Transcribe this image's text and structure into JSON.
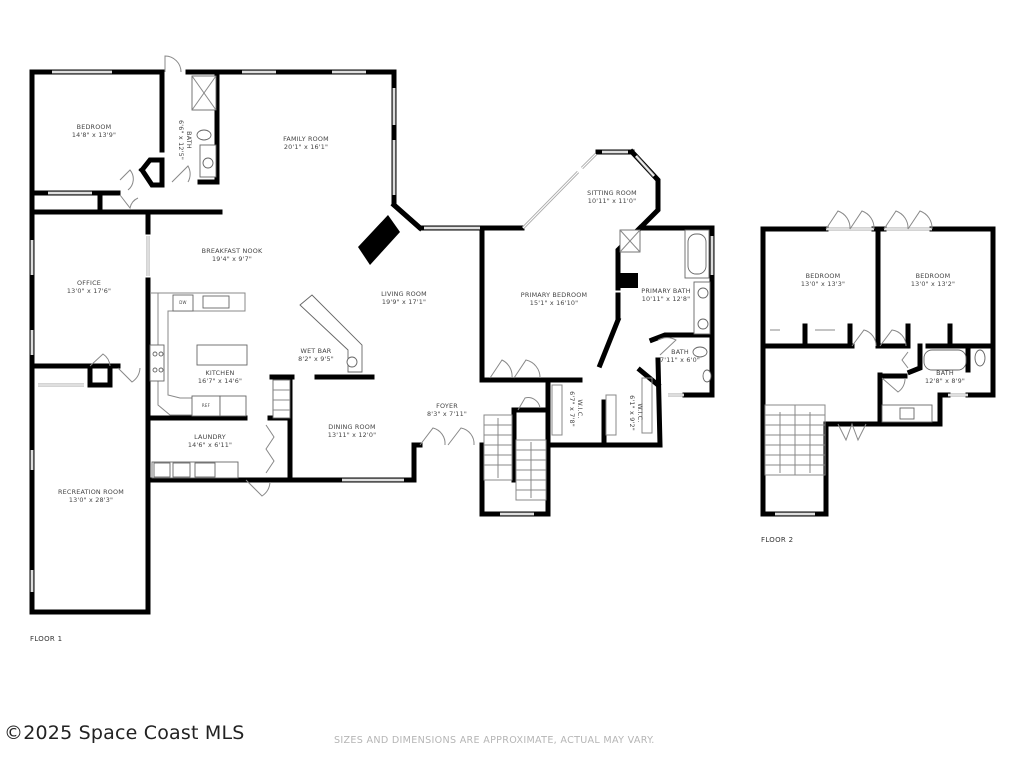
{
  "floor1": {
    "label": "FLOOR 1",
    "rooms": [
      {
        "name": "BEDROOM",
        "dims": "14'8\" x 13'9\""
      },
      {
        "name": "BATH",
        "dims": "6'6\" x 12'5\""
      },
      {
        "name": "FAMILY ROOM",
        "dims": "20'1\" x 16'1\""
      },
      {
        "name": "BREAKFAST NOOK",
        "dims": "19'4\" x 9'7\""
      },
      {
        "name": "OFFICE",
        "dims": "13'0\" x 17'6\""
      },
      {
        "name": "KITCHEN",
        "dims": "16'7\" x 14'6\""
      },
      {
        "name": "WET BAR",
        "dims": "8'2\" x 9'5\""
      },
      {
        "name": "LIVING ROOM",
        "dims": "19'9\" x 17'1\""
      },
      {
        "name": "LAUNDRY",
        "dims": "14'6\" x 6'11\""
      },
      {
        "name": "DINING ROOM",
        "dims": "13'11\" x 12'0\""
      },
      {
        "name": "RECREATION ROOM",
        "dims": "13'0\" x 28'3\""
      },
      {
        "name": "FOYER",
        "dims": "8'3\" x 7'11\""
      },
      {
        "name": "SITTING ROOM",
        "dims": "10'11\" x 11'0\""
      },
      {
        "name": "PRIMARY BEDROOM",
        "dims": "15'1\" x 16'10\""
      },
      {
        "name": "PRIMARY BATH",
        "dims": "10'11\" x 12'8\""
      },
      {
        "name": "BATH",
        "dims": "7'11\" x 6'0\""
      },
      {
        "name": "W.I.C.",
        "dims": "6'7\" x 7'8\""
      },
      {
        "name": "W.I.C.",
        "dims": "6'1\" x 9'2\""
      }
    ],
    "appliances": {
      "dishwasher": "DW",
      "refrigerator": "REF"
    }
  },
  "floor2": {
    "label": "FLOOR 2",
    "rooms": [
      {
        "name": "BEDROOM",
        "dims": "13'0\" x 13'3\""
      },
      {
        "name": "BEDROOM",
        "dims": "13'0\" x 13'2\""
      },
      {
        "name": "BATH",
        "dims": "12'8\" x 8'9\""
      }
    ]
  },
  "footer": {
    "copyright": "©2025 Space Coast MLS",
    "disclaimer": "SIZES AND DIMENSIONS ARE APPROXIMATE, ACTUAL MAY VARY."
  }
}
